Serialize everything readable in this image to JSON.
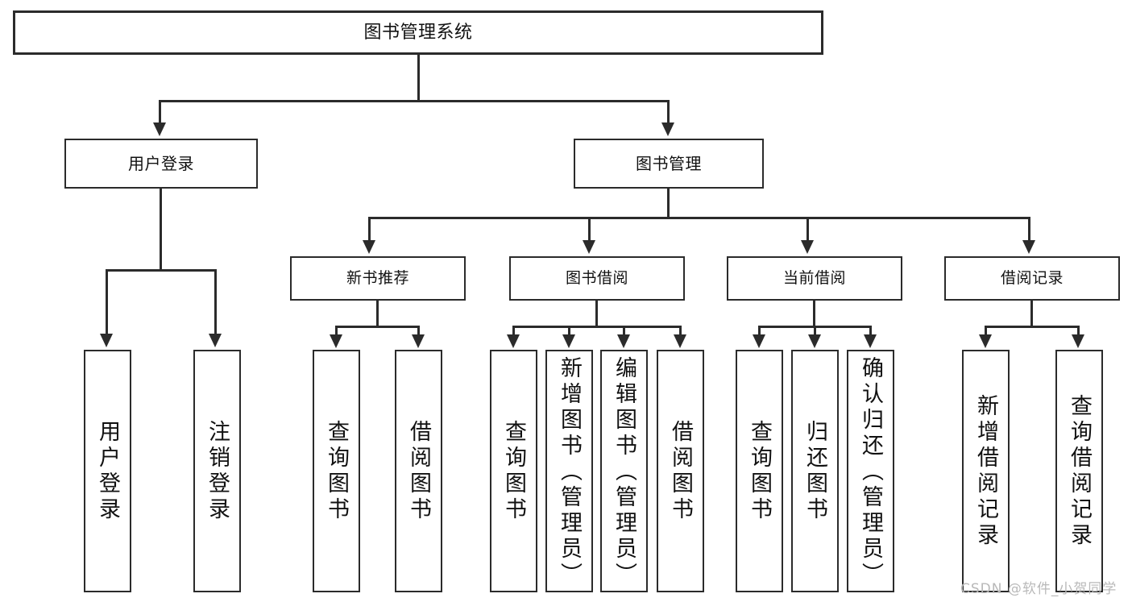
{
  "diagram": {
    "type": "tree-hierarchy",
    "title": "图书管理系统",
    "root": {
      "label": "图书管理系统"
    },
    "level1": [
      {
        "label": "用户登录"
      },
      {
        "label": "图书管理"
      }
    ],
    "level2": [
      {
        "label": "新书推荐"
      },
      {
        "label": "图书借阅"
      },
      {
        "label": "当前借阅"
      },
      {
        "label": "借阅记录"
      }
    ],
    "leaves": {
      "user_login": [
        {
          "label": "用户登录"
        },
        {
          "label": "注销登录"
        }
      ],
      "new_book_recommend": [
        {
          "label": "查询图书"
        },
        {
          "label": "借阅图书"
        }
      ],
      "book_borrow": [
        {
          "label": "查询图书"
        },
        {
          "label": "新增图书（管理员）"
        },
        {
          "label": "编辑图书（管理员）"
        },
        {
          "label": "借阅图书"
        }
      ],
      "current_borrow": [
        {
          "label": "查询图书"
        },
        {
          "label": "归还图书"
        },
        {
          "label": "确认归还（管理员）"
        }
      ],
      "borrow_record": [
        {
          "label": "新增借阅记录"
        },
        {
          "label": "查询借阅记录"
        }
      ]
    }
  },
  "watermark": {
    "text": "CSDN @软件_小贺同学"
  },
  "colors": {
    "stroke": "#2b2b2b",
    "background": "#ffffff",
    "text": "#111111",
    "watermark": "#b9b9b9"
  }
}
